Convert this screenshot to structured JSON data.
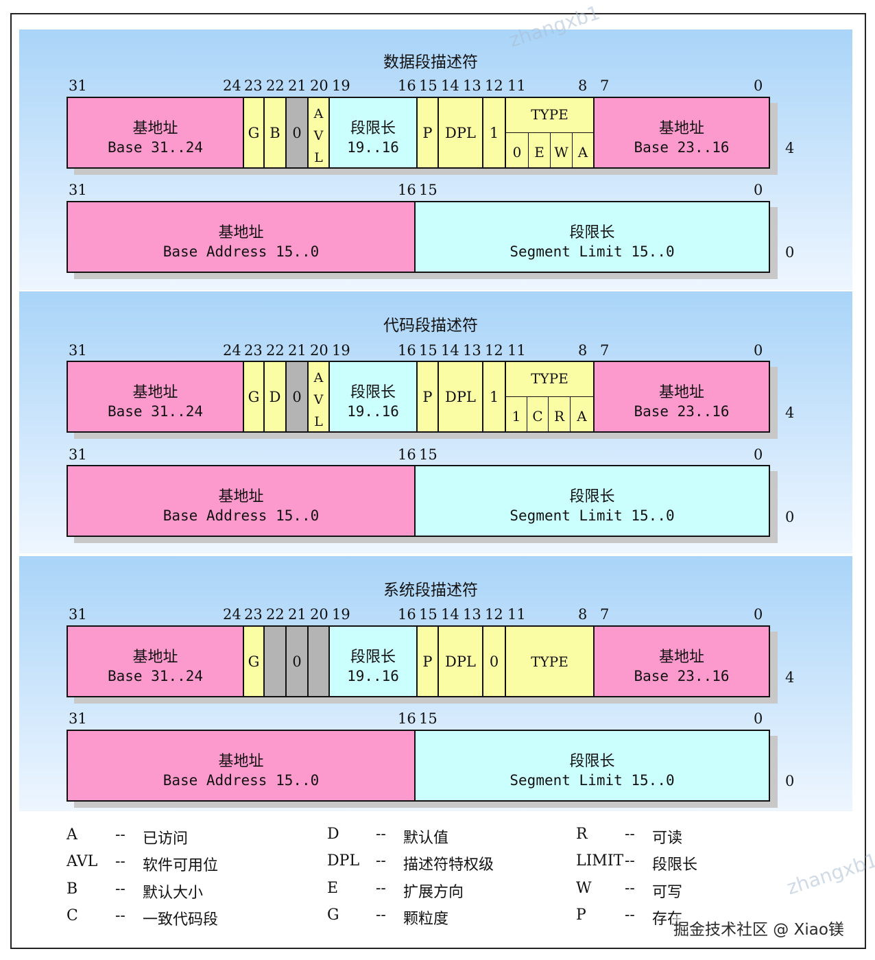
{
  "watermark": "zhangxb1",
  "credit": "掘金技术社区 @ Xiao镁",
  "descriptors": [
    {
      "title": "数据段描述符",
      "high": {
        "nums": [
          "31",
          "24",
          "23",
          "22",
          "21",
          "20",
          "19",
          "16",
          "15",
          "14",
          "13",
          "12",
          "11",
          "8",
          "7",
          "0"
        ],
        "base_hi": {
          "cn": "基地址",
          "en": "Base 31..24"
        },
        "G": "G",
        "B": "B",
        "zero": "0",
        "avl": [
          "A",
          "V",
          "L"
        ],
        "limit": {
          "cn": "段限长",
          "en": "19..16"
        },
        "P": "P",
        "DPL": "DPL",
        "S": "1",
        "type": {
          "label": "TYPE",
          "bits": [
            "0",
            "E",
            "W",
            "A"
          ]
        },
        "base_mid": {
          "cn": "基地址",
          "en": "Base 23..16"
        },
        "offset": "4"
      },
      "low": {
        "nums": [
          "31",
          "16",
          "15",
          "0"
        ],
        "base": {
          "cn": "基地址",
          "en": "Base Address 15..0"
        },
        "limit": {
          "cn": "段限长",
          "en": "Segment Limit 15..0"
        },
        "offset": "0"
      }
    },
    {
      "title": "代码段描述符",
      "high": {
        "nums": [
          "31",
          "24",
          "23",
          "22",
          "21",
          "20",
          "19",
          "16",
          "15",
          "14",
          "13",
          "12",
          "11",
          "8",
          "7",
          "0"
        ],
        "base_hi": {
          "cn": "基地址",
          "en": "Base 31..24"
        },
        "G": "G",
        "B": "D",
        "zero": "0",
        "avl": [
          "A",
          "V",
          "L"
        ],
        "limit": {
          "cn": "段限长",
          "en": "19..16"
        },
        "P": "P",
        "DPL": "DPL",
        "S": "1",
        "type": {
          "label": "TYPE",
          "bits": [
            "1",
            "C",
            "R",
            "A"
          ]
        },
        "base_mid": {
          "cn": "基地址",
          "en": "Base 23..16"
        },
        "offset": "4"
      },
      "low": {
        "nums": [
          "31",
          "16",
          "15",
          "0"
        ],
        "base": {
          "cn": "基地址",
          "en": "Base Address 15..0"
        },
        "limit": {
          "cn": "段限长",
          "en": "Segment Limit 15..0"
        },
        "offset": "0"
      }
    },
    {
      "title": "系统段描述符",
      "high": {
        "nums": [
          "31",
          "24",
          "23",
          "22",
          "21",
          "20",
          "19",
          "16",
          "15",
          "14",
          "13",
          "12",
          "11",
          "8",
          "7",
          "0"
        ],
        "base_hi": {
          "cn": "基地址",
          "en": "Base 31..24"
        },
        "G": "G",
        "zero": "0",
        "limit": {
          "cn": "段限长",
          "en": "19..16"
        },
        "P": "P",
        "DPL": "DPL",
        "S": "0",
        "type_label": "TYPE",
        "base_mid": {
          "cn": "基地址",
          "en": "Base 23..16"
        },
        "offset": "4"
      },
      "low": {
        "nums": [
          "31",
          "16",
          "15",
          "0"
        ],
        "base": {
          "cn": "基地址",
          "en": "Base Address 15..0"
        },
        "limit": {
          "cn": "段限长",
          "en": "Segment Limit 15..0"
        },
        "offset": "0"
      }
    }
  ],
  "legend": [
    {
      "key": "A",
      "sep": "--",
      "desc": "已访问"
    },
    {
      "key": "AVL",
      "sep": "--",
      "desc": "软件可用位"
    },
    {
      "key": "B",
      "sep": "--",
      "desc": "默认大小"
    },
    {
      "key": "C",
      "sep": "--",
      "desc": "一致代码段"
    },
    {
      "key": "D",
      "sep": "--",
      "desc": "默认值"
    },
    {
      "key": "DPL",
      "sep": "--",
      "desc": "描述符特权级"
    },
    {
      "key": "E",
      "sep": "--",
      "desc": "扩展方向"
    },
    {
      "key": "G",
      "sep": "--",
      "desc": "颗粒度"
    },
    {
      "key": "R",
      "sep": "--",
      "desc": "可读"
    },
    {
      "key": "LIMIT",
      "sep": "--",
      "desc": "段限长"
    },
    {
      "key": "W",
      "sep": "--",
      "desc": "可写"
    },
    {
      "key": "P",
      "sep": "--",
      "desc": "存在"
    }
  ]
}
